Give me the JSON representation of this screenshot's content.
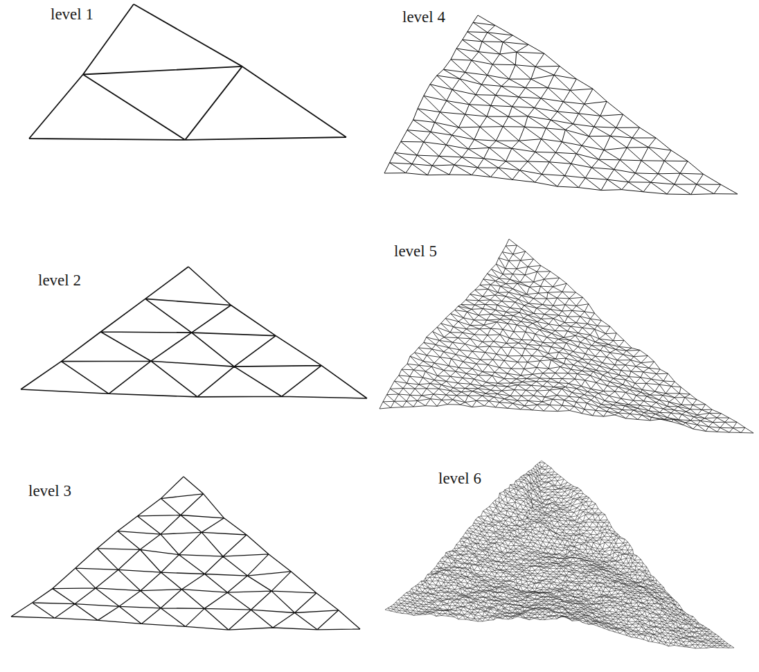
{
  "diagram": {
    "labels": [
      "level 1",
      "level 4",
      "level 2",
      "level 5",
      "level 3",
      "level 6"
    ]
  }
}
